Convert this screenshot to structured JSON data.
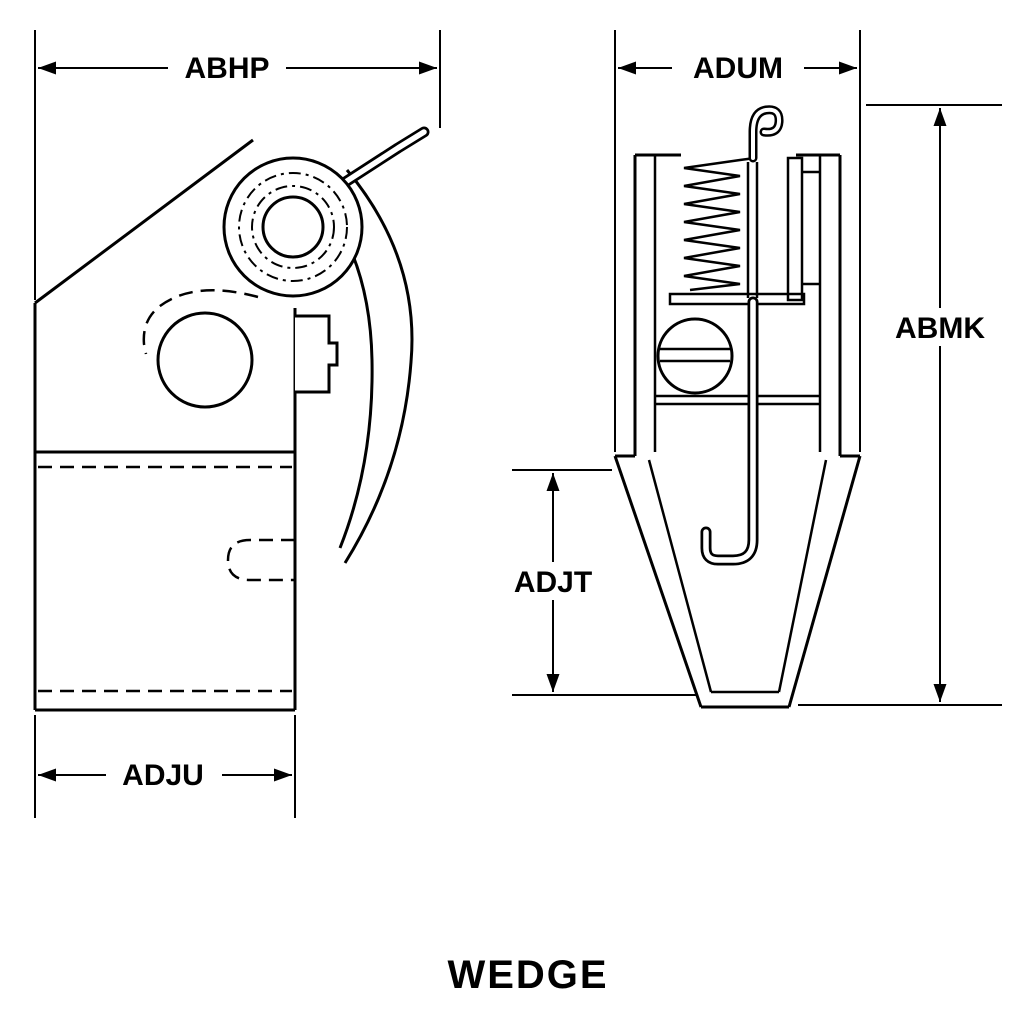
{
  "title": "WEDGE",
  "dimensions": {
    "abhp": "ABHP",
    "adum": "ADUM",
    "abmk": "ABMK",
    "adjt": "ADJT",
    "adju": "ADJU"
  }
}
